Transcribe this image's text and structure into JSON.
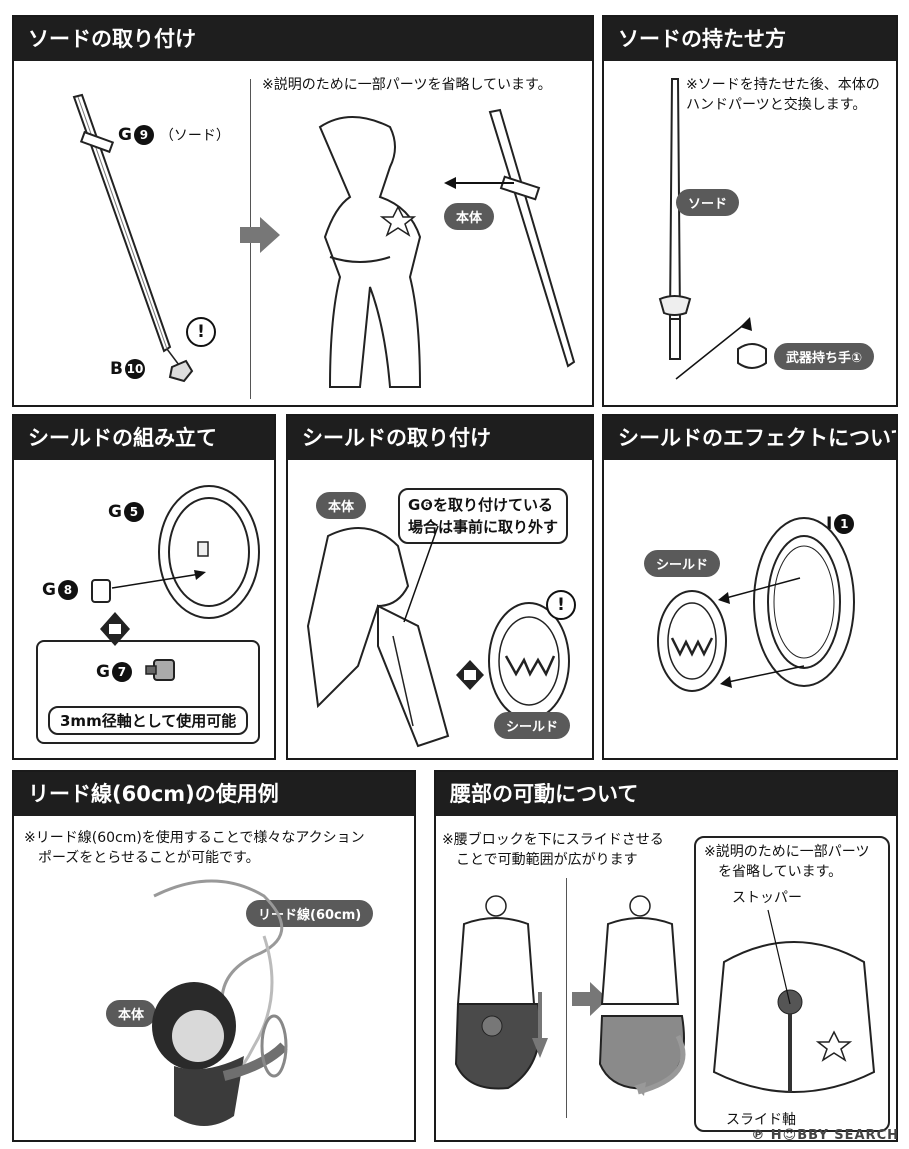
{
  "panels": {
    "sword_attach": {
      "title": "ソードの取り付け",
      "note": "※説明のために一部パーツを省略しています。",
      "part_g9_letter": "G",
      "part_g9_num": "9",
      "part_g9_name": "（ソード）",
      "part_b10_letter": "B",
      "part_b10_num": "10",
      "body_label": "本体",
      "warn": "!"
    },
    "sword_hold": {
      "title": "ソードの持たせ方",
      "note": "※ソードを持たせた後、本体の\nハンドパーツと交換します。",
      "sword_label": "ソード",
      "hand_label": "武器持ち手①"
    },
    "shield_assembly": {
      "title": "シールドの組み立て",
      "g5_letter": "G",
      "g5_num": "5",
      "g8_letter": "G",
      "g8_num": "8",
      "g7_letter": "G",
      "g7_num": "7",
      "axis_note": "3mm径軸として使用可能"
    },
    "shield_attach": {
      "title": "シールドの取り付け",
      "body_label": "本体",
      "callout": "G❻を取り付けている\n場合は事前に取り外す",
      "shield_label": "シールド",
      "warn": "!"
    },
    "shield_effect": {
      "title": "シールドのエフェクトについて",
      "shield_label": "シールド",
      "part_letter": "I",
      "part_num": "1"
    },
    "lead_wire": {
      "title": "リード線(60cm)の使用例",
      "note": "※リード線(60cm)を使用することで様々なアクション\n　ポーズをとらせることが可能です。",
      "wire_label": "リード線(60cm)",
      "body_label": "本体"
    },
    "waist": {
      "title": "腰部の可動について",
      "note": "※腰ブロックを下にスライドさせる\n　ことで可動範囲が広がります",
      "note2": "※説明のために一部パーツ\n　を省略しています。",
      "stopper_label": "ストッパー",
      "slide_label": "スライド軸"
    }
  },
  "watermark": "℗ H☺BBY SEARCH"
}
